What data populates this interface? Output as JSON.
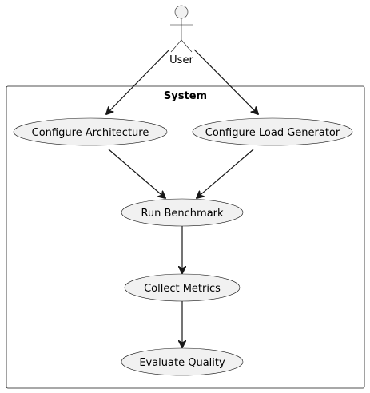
{
  "diagram": {
    "type": "use-case",
    "actor": {
      "label": "User"
    },
    "system": {
      "title": "System"
    },
    "use_cases": {
      "configure_architecture": "Configure Architecture",
      "configure_load_generator": "Configure Load Generator",
      "run_benchmark": "Run Benchmark",
      "collect_metrics": "Collect Metrics",
      "evaluate_quality": "Evaluate Quality"
    },
    "edges": [
      {
        "from": "User",
        "to": "Configure Architecture"
      },
      {
        "from": "User",
        "to": "Configure Load Generator"
      },
      {
        "from": "Configure Architecture",
        "to": "Run Benchmark"
      },
      {
        "from": "Configure Load Generator",
        "to": "Run Benchmark"
      },
      {
        "from": "Run Benchmark",
        "to": "Collect Metrics"
      },
      {
        "from": "Collect Metrics",
        "to": "Evaluate Quality"
      }
    ],
    "colors": {
      "usecase_fill": "#f1f1f1",
      "stroke": "#181818",
      "background": "#ffffff"
    }
  }
}
